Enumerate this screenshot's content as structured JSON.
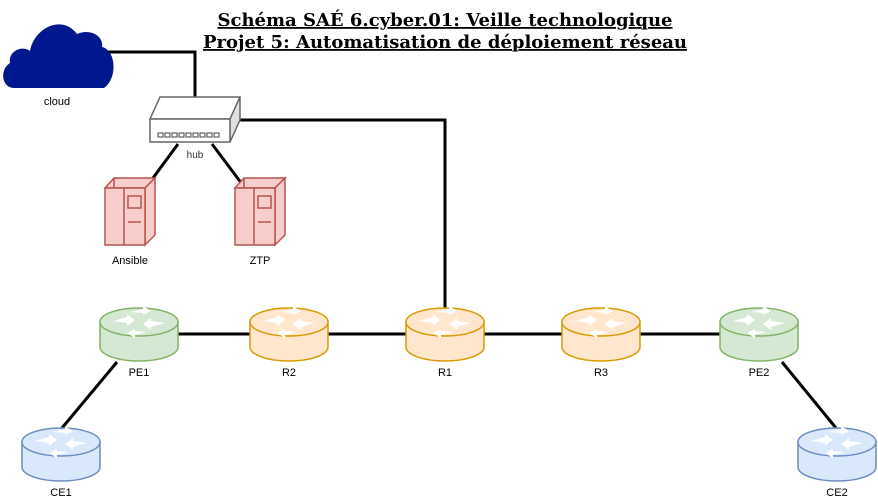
{
  "title": {
    "line1": "Schéma SAÉ 6.cyber.01: Veille technologique",
    "line2": "Projet 5: Automatisation de déploiement réseau"
  },
  "colors": {
    "cloud": "#00188d",
    "hub_stroke": "#666666",
    "server_fill": "#f8cecc",
    "server_stroke": "#b85450",
    "pe_fill": "#d5e8d4",
    "pe_stroke": "#82b366",
    "p_fill": "#ffe6cc",
    "p_stroke": "#d79b00",
    "ce_fill": "#dae8fc",
    "ce_stroke": "#6c8ebf",
    "link": "#000000"
  },
  "nodes": {
    "cloud": {
      "label": "cloud",
      "icon": "cloud-icon"
    },
    "hub": {
      "label": "hub",
      "icon": "network-hub-icon"
    },
    "ansible": {
      "label": "Ansible",
      "icon": "server-icon"
    },
    "ztp": {
      "label": "ZTP",
      "icon": "server-icon"
    },
    "pe1": {
      "label": "PE1",
      "icon": "router-icon"
    },
    "r2": {
      "label": "R2",
      "icon": "router-icon"
    },
    "r1": {
      "label": "R1",
      "icon": "router-icon"
    },
    "r3": {
      "label": "R3",
      "icon": "router-icon"
    },
    "pe2": {
      "label": "PE2",
      "icon": "router-icon"
    },
    "ce1": {
      "label": "CE1",
      "icon": "router-icon"
    },
    "ce2": {
      "label": "CE2",
      "icon": "router-icon"
    }
  }
}
